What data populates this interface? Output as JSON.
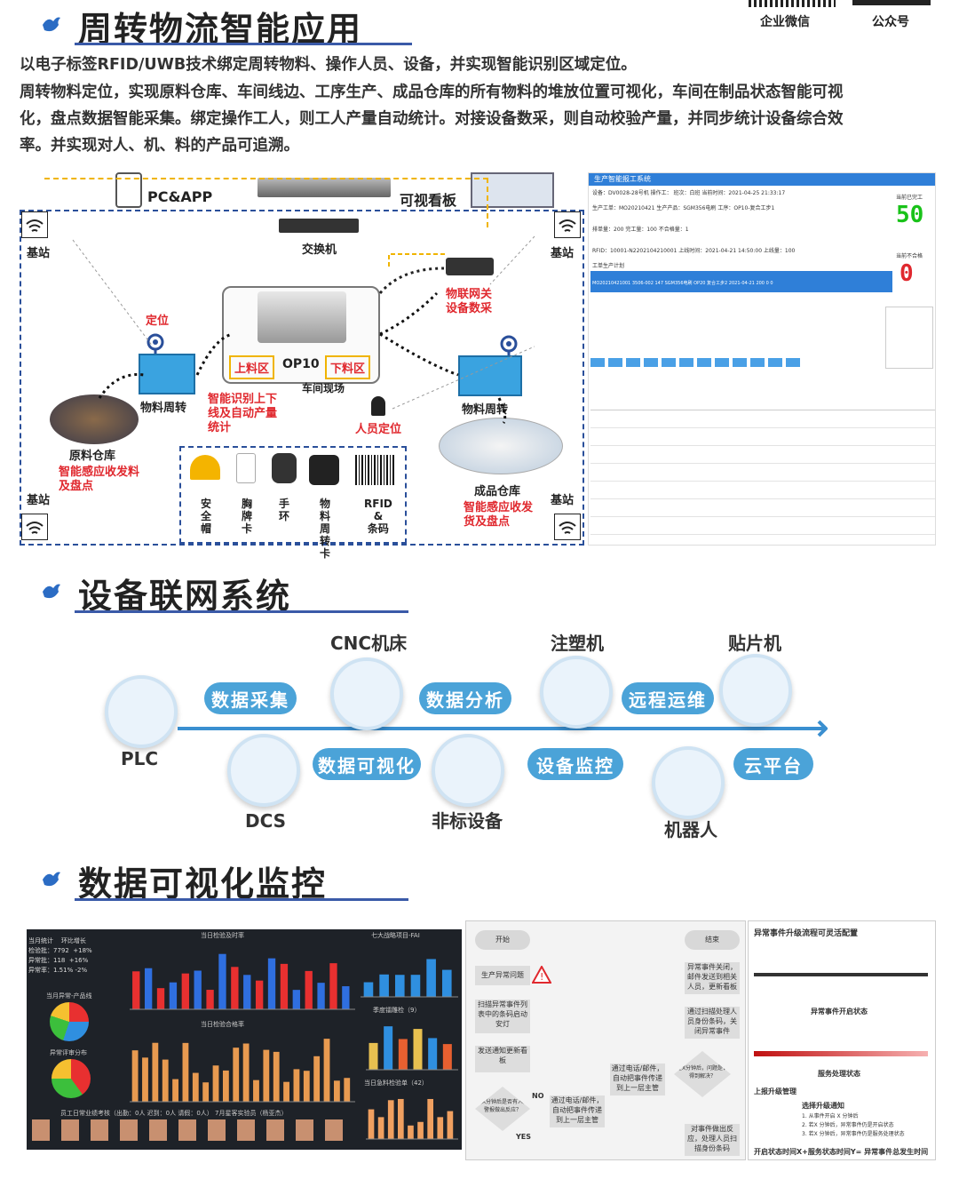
{
  "header": {
    "wechat_label": "企业微信",
    "official_label": "公众号"
  },
  "section1": {
    "title": "周转物流智能应用",
    "paragraph1": "以电子标签RFID/UWB技术绑定周转物料、操作人员、设备，并实现智能识别区域定位。",
    "paragraph2_line1": "周转物料定位，实现原料仓库、车间线边、工序生产、成品仓库的所有物料的堆放位置可视化，车间在制品状态智能可视",
    "paragraph2_line2": "化，盘点数据智能采集。绑定操作工人，则工人产量自动统计。对接设备数采，则自动校验产量，并同步统计设备综合效",
    "paragraph2_line3": "率。并实现对人、机、料的产品可追溯。"
  },
  "diagram1": {
    "pc_app": "PC&APP",
    "board": "可视看板",
    "switch": "交换机",
    "base_station": "基站",
    "locate": "定位",
    "iot_gateway_1": "物联网关",
    "iot_gateway_2": "设备数采",
    "upload": "上料区",
    "op": "OP10",
    "download": "下料区",
    "workshop": "车间现场",
    "material_turn": "物料周转",
    "smart_id_1": "智能识别上下",
    "smart_id_2": "线及自动产量",
    "smart_id_3": "统计",
    "person_locate": "人员定位",
    "raw_store": "原料仓库",
    "raw_sense_1": "智能感应收发料",
    "raw_sense_2": "及盘点",
    "finished_store": "成品仓库",
    "fin_sense_1": "智能感应收发",
    "fin_sense_2": "货及盘点",
    "devices": [
      {
        "label": "安\n全\n帽",
        "icon": "helmet-icon"
      },
      {
        "label": "胸\n牌\n卡",
        "icon": "badge-icon"
      },
      {
        "label": "手\n环",
        "icon": "wristband-icon"
      },
      {
        "label": "物\n料\n周\n转\n卡",
        "icon": "tag-icon"
      },
      {
        "label": "RFID\n&\n条码",
        "icon": "barcode-icon"
      }
    ]
  },
  "screen": {
    "title": "生产智能报工系统",
    "row1": "设备：DV0028-28号机   操作工：          班次：白班      当前时间：2021-04-25 21:33:17",
    "row2": "生产工单：MO20210421   生产产品：SGM356电刷           工序：OP10-复合工步1",
    "row3": "排单量：200          完工量：100                     不合格量：1",
    "row4": "RFID：10001-N2202104210001   上线时间：2021-04-21 14:50:00   上线量：100",
    "plan_label": "工单生产计划",
    "done_label": "当前已完工",
    "done_value": "50",
    "ng_label": "当前不合格",
    "ng_value": "0",
    "table_row": "MO20210421001   3506-002 147  SGM356电刷   OP20  复合工步2  2021-04-21   200   0   0"
  },
  "section2": {
    "title": "设备联网系统",
    "tags": [
      "数据采集",
      "数据分析",
      "远程运维",
      "数据可视化",
      "设备监控",
      "云平台"
    ],
    "devices_top": [
      "CNC机床",
      "注塑机",
      "贴片机"
    ],
    "devices_bottom": [
      "PLC",
      "DCS",
      "非标设备",
      "机器人"
    ]
  },
  "section3": {
    "title": "数据可视化监控",
    "dash": {
      "stats_title": "当月统计",
      "stats_ring": "环比增长",
      "stat1": "检验批：7792",
      "stat1v": "+18%",
      "stat2": "异常批：118",
      "stat2v": "+16%",
      "stat3": "异常率：1.51%",
      "stat3v": "-2%",
      "c1_title": "当日检验及时率",
      "c2_title": "七大战略项目-FAI",
      "c3_title": "当月异常-产品线",
      "c4_title": "当日检验合格率",
      "c5_title": "季度镭雕检（9）",
      "c6_title": "异常评审分布",
      "c7_title": "当日急料检验单（42）",
      "c8_title": "员工日常业绩考核（出勤：0人 迟到：0人 请假：0人）  7月星客实验员（杨亚杰）"
    },
    "flow": {
      "start": "开始",
      "end": "结束",
      "step1": "生产异常问题",
      "step2": "扫描异常事件列表中的条码启动安灯",
      "step3": "发送通知更新看板",
      "decide1": "在X分钟后是否有人对警报做出反应？",
      "no": "NO",
      "yes": "YES",
      "step4": "通过电话/邮件，自动把事件传递到上一层主管",
      "step5": "通过电话/邮件，自动把事件传递到上一层主管",
      "decide2": "在X分钟后，问题是否得到解决？",
      "step6": "通过扫描处理人员身份条码，关闭异常事件",
      "step7": "异常事件关闭，邮件发送到相关人员，更新看板",
      "step8": "对事件做出反应，处理人员扫描身份条码"
    },
    "escalate": {
      "title": "异常事件升级流程可灵活配置",
      "sub1": "异常事件开启状态",
      "sub2": "服务处理状态",
      "sub3": "上报升级管理",
      "select": "选择升级通知",
      "rule1": "1.   从事件开启 X 分钟后",
      "rule2": "2.   若X 分钟后，异常事件仍是开启状态",
      "rule3": "3.   若X 分钟后，异常事件仍是服务处理状态",
      "footer": "开启状态时间X+服务状态时间Y= 异常事件总发生时间"
    }
  }
}
